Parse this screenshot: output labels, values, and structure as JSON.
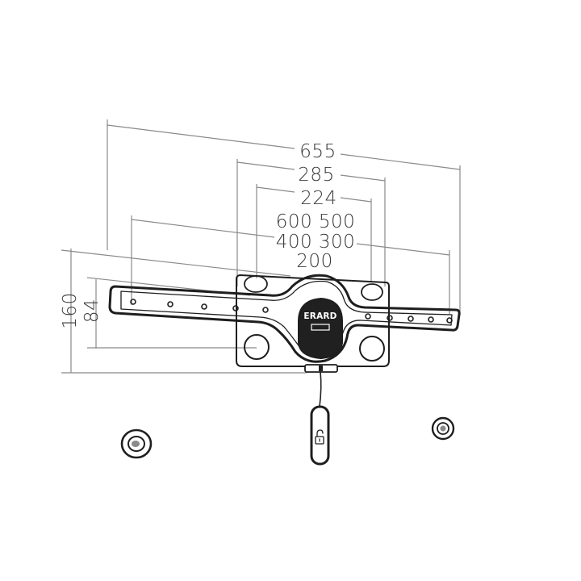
{
  "dimensions": {
    "overall_width": "655",
    "plate_outer_width": "285",
    "plate_inner_width": "224",
    "vesa_row_1": "600 500",
    "vesa_row_2": "400 300",
    "vesa_row_3": "200",
    "plate_height": "160",
    "hole_spacing_height": "84"
  },
  "brand": {
    "logo_text": "ERARD"
  }
}
